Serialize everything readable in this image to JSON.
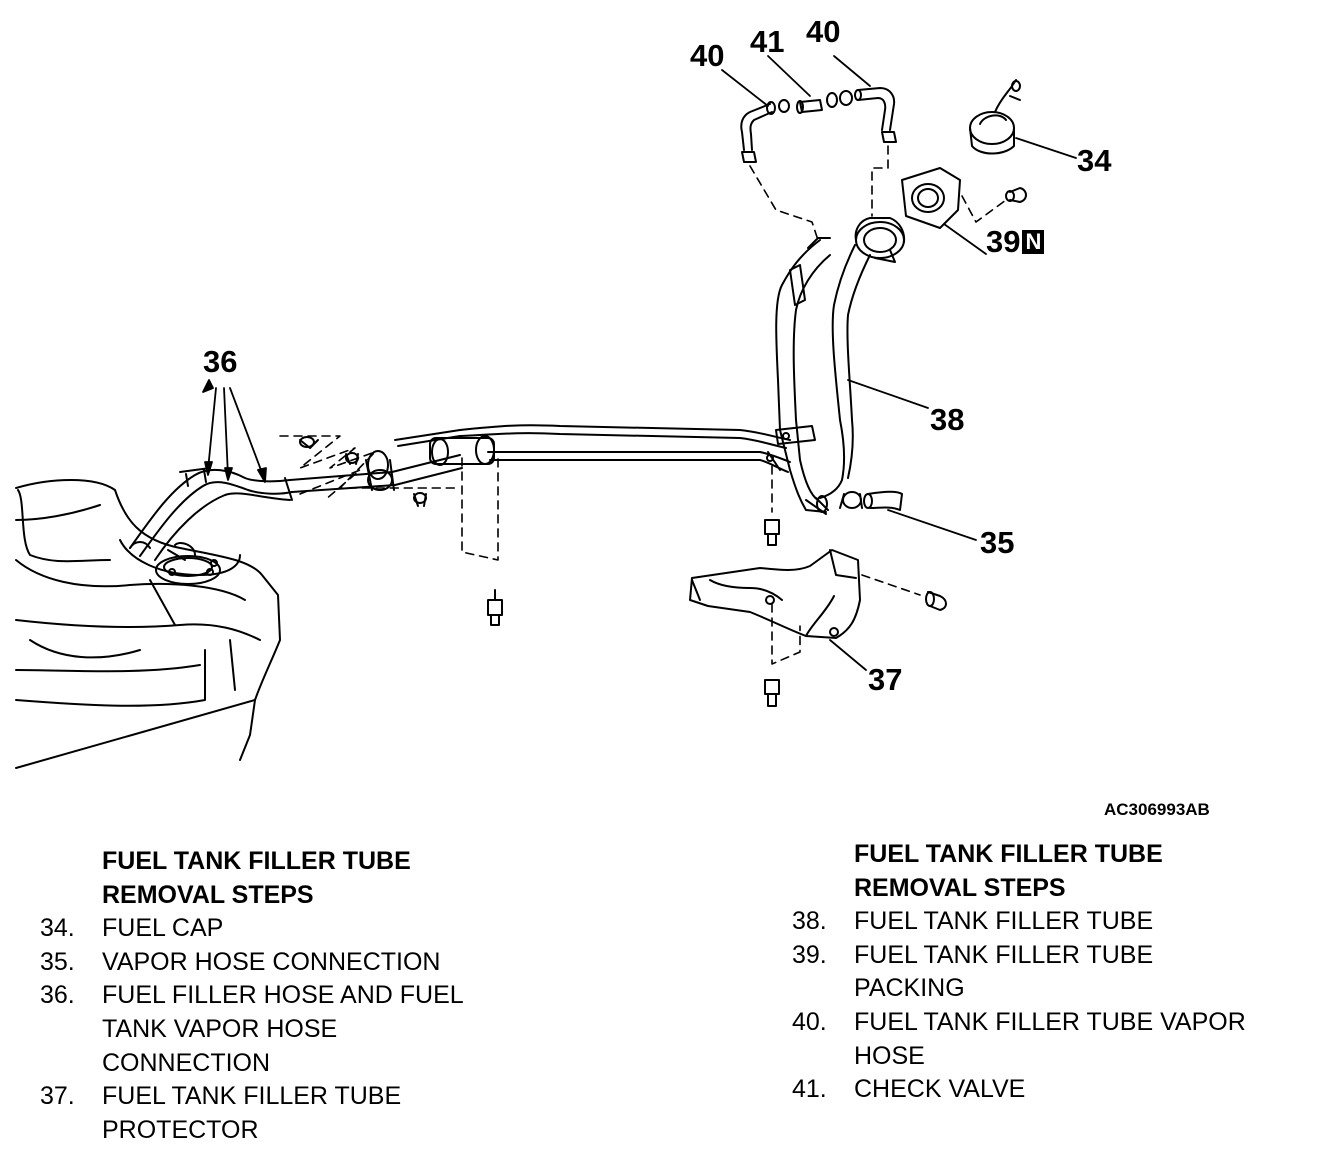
{
  "figure_code": "AC306993AB",
  "callouts": {
    "c34": "34",
    "c35": "35",
    "c36": "36",
    "c37": "37",
    "c38": "38",
    "c39": "39",
    "c39_badge": "N",
    "c40a": "40",
    "c40b": "40",
    "c41": "41"
  },
  "left_column": {
    "title_line1": "FUEL TANK FILLER TUBE",
    "title_line2": "REMOVAL STEPS",
    "items": [
      {
        "num": "34.",
        "lines": [
          "FUEL CAP"
        ]
      },
      {
        "num": "35.",
        "lines": [
          "VAPOR HOSE CONNECTION"
        ]
      },
      {
        "num": "36.",
        "lines": [
          "FUEL FILLER HOSE AND FUEL",
          "TANK VAPOR HOSE",
          "CONNECTION"
        ]
      },
      {
        "num": "37.",
        "lines": [
          "FUEL TANK FILLER TUBE",
          "PROTECTOR"
        ]
      }
    ]
  },
  "right_column": {
    "title_line1": "FUEL TANK FILLER TUBE",
    "title_line2": "REMOVAL STEPS",
    "items": [
      {
        "num": "38.",
        "lines": [
          "FUEL TANK FILLER TUBE"
        ]
      },
      {
        "num": "39.",
        "lines": [
          "FUEL TANK FILLER TUBE",
          "PACKING"
        ]
      },
      {
        "num": "40.",
        "lines": [
          "FUEL TANK FILLER TUBE VAPOR",
          "HOSE"
        ]
      },
      {
        "num": "41.",
        "lines": [
          "CHECK VALVE"
        ]
      }
    ]
  }
}
